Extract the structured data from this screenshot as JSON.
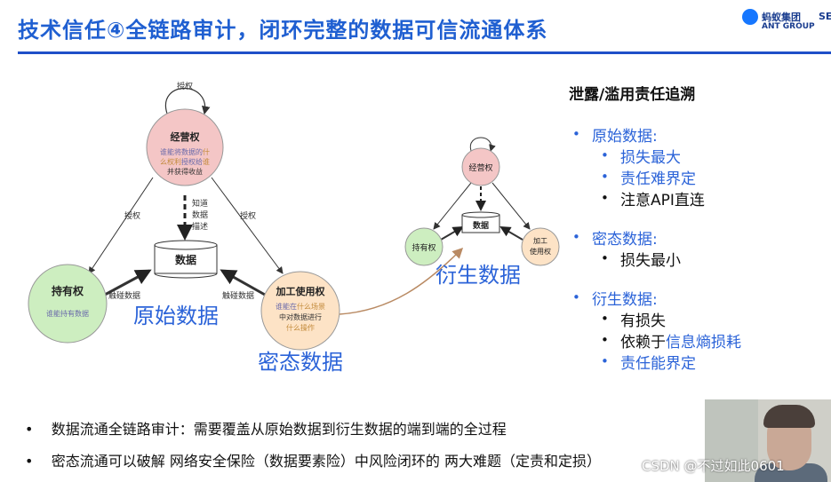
{
  "title": "技术信任④全链路审计，闭环完整的数据可信流通体系",
  "logo": {
    "cn": "蚂蚁集团",
    "en": "ANT GROUP",
    "partner": "SEC"
  },
  "diagram": {
    "nodes": {
      "business_right": {
        "title": "经营权",
        "desc_parts": [
          "谁能将数据的",
          "什",
          "么权利",
          "授权给",
          "谁",
          "并获得收益"
        ]
      },
      "ownership": {
        "title": "持有权",
        "desc": "谁能持有数据"
      },
      "usage_right": {
        "title": "加工使用权",
        "desc_parts": [
          "谁能在",
          "什么场景",
          "中对数据进行",
          "什么操作"
        ]
      },
      "data": "数据",
      "small_business": "经营权",
      "small_ownership": "持有权",
      "small_data": "数据",
      "small_usage": "加工\n使用权"
    },
    "edge_labels": {
      "authorize_loop": "授权",
      "authorize_left": "授权",
      "authorize_right": "授权",
      "know": [
        "知道",
        "数据",
        "描述"
      ],
      "touch_left": "触碰数据",
      "touch_right": "触碰数据"
    },
    "zone_labels": {
      "raw": "原始数据",
      "encrypted": "密态数据",
      "derived": "衍生数据"
    }
  },
  "right_panel": {
    "heading": "泄露/滥用责任追溯",
    "groups": [
      {
        "label": "原始数据:",
        "items": [
          {
            "text": "损失最大",
            "color": "#2b63d8"
          },
          {
            "text": "责任难界定",
            "color": "#2b63d8"
          },
          {
            "text": "注意API直连",
            "color": "#111111"
          }
        ]
      },
      {
        "label": "密态数据:",
        "items": [
          {
            "text": "损失最小",
            "color": "#111111"
          }
        ]
      },
      {
        "label": "衍生数据:",
        "items": [
          {
            "text": "有损失",
            "color": "#111111"
          },
          {
            "text_parts": [
              "依赖于",
              "信息熵损耗"
            ],
            "color": "#111111"
          },
          {
            "text": "责任能界定",
            "color": "#2b63d8"
          }
        ]
      }
    ]
  },
  "bottom": [
    "数据流通全链路审计：需要覆盖从原始数据到衍生数据的端到端的全过程",
    "密态流通可以破解 网络安全保险（数据要素险）中风险闭环的 两大难题（定责和定损）"
  ],
  "overlay": {
    "watermark": "CSDN @不过如此0601"
  },
  "colors": {
    "title": "#1f5fd1",
    "accent": "#2b63d8",
    "node_pink": "#f4c6c6",
    "node_green": "#cdeec0",
    "node_orange": "#fde3c6"
  }
}
